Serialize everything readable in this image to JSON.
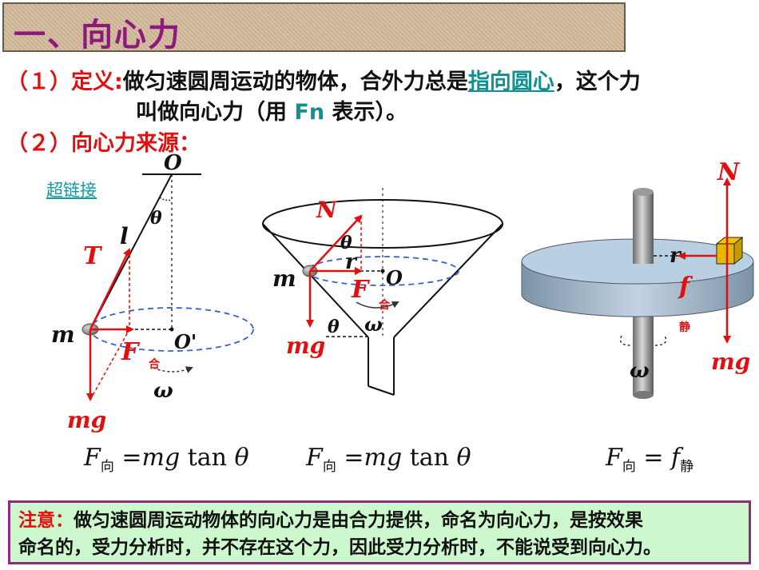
{
  "title": "一、向心力",
  "definition": {
    "prefix": "（１）定义:",
    "part1": "做匀速圆周运动的物体，合外力总是",
    "link": "指向圆心",
    "part2": "，这个力",
    "line2_a": "叫做向心力（用 ",
    "fn": "Fn",
    "line2_b": " 表示）。"
  },
  "source_heading": "（２）向心力来源：",
  "hyperlink": "超链接",
  "labels": {
    "O": "O",
    "theta": "θ",
    "l": "l",
    "T": "T",
    "m": "m",
    "F": "F",
    "he": "合",
    "O_prime": "O'",
    "omega": "ω",
    "mg": "mg",
    "N": "N",
    "r": "r",
    "f": "f",
    "jing": "静"
  },
  "formulas": [
    {
      "F": "F",
      "sub": "向",
      "rhs": "mg",
      "fn": "tan",
      "var": "θ"
    },
    {
      "F": "F",
      "sub": "向",
      "rhs": "mg",
      "fn": "tan",
      "var": "θ"
    },
    {
      "F": "F",
      "sub": "向",
      "rhs": "f",
      "rhs_sub": "静"
    }
  ],
  "note": {
    "label": "注意：",
    "line1": "做匀速圆周运动物体的向心力是由合力提供，命名为向心力，是按效果",
    "line2": "命名的，受力分析时，并不存在这个力，因此受力分析时，不能说受到向心力。"
  },
  "colors": {
    "force": "#e01010",
    "accent": "#8b1a7a",
    "note_bg": "#cdf7cd",
    "dashed_circle": "#3a5fd0"
  }
}
